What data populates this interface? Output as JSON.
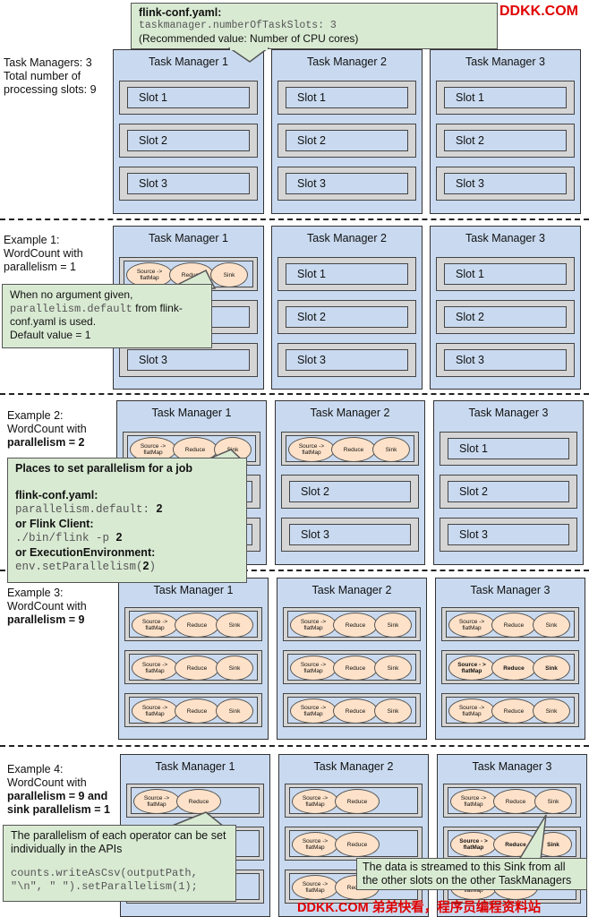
{
  "config_note": {
    "title": "flink-conf.yaml:",
    "code": "taskmanager.numberOfTaskSlots: 3",
    "desc": "(Recommended value: Number of CPU cores)"
  },
  "watermark_top": "DDKK.COM",
  "watermark_bottom": "DDKK.COM 弟弟快看，程序员编程资料站",
  "row1_label": {
    "l1": "Task Managers: 3",
    "l2": "Total number of",
    "l3": "processing slots: 9"
  },
  "row2_label": {
    "l1": "Example 1:",
    "l2": "WordCount with",
    "l3": "parallelism = 1"
  },
  "row3_label": {
    "l1": "Example 2:",
    "l2": "WordCount with",
    "l3": "parallelism = 2"
  },
  "row4_label": {
    "l1": "Example 3:",
    "l2": "WordCount with",
    "l3": "parallelism = 9"
  },
  "row5_label": {
    "l1": "Example 4:",
    "l2": "WordCount with",
    "l3": "parallelism = 9 and",
    "l4": "sink parallelism = 1"
  },
  "tm": [
    "Task Manager 1",
    "Task Manager 2",
    "Task Manager 3"
  ],
  "slots": [
    "Slot 1",
    "Slot 2",
    "Slot 3"
  ],
  "ops": {
    "source": "Source -> flatMap",
    "source_alt": "Source - > flatMap",
    "reduce": "Reduce",
    "sink": "Sink"
  },
  "note_default": {
    "l1": "When no argument given,",
    "code": "parallelism.default",
    "l2": " from flink-",
    "l3": "conf.yaml is used.",
    "l4": "Default value = 1"
  },
  "note_places": {
    "title": "Places to set parallelism for a job",
    "h1": "flink-conf.yaml:",
    "c1": "parallelism.default: ",
    "v1": "2",
    "h2": "or Flink Client:",
    "c2": "./bin/flink -p ",
    "v2": "2",
    "h3": "or ExecutionEnvironment:",
    "c3": "env.setParallelism(",
    "v3": "2",
    "c3b": ")"
  },
  "note_operator": {
    "l1": "The parallelism of each operator can be set",
    "l2": "individually in the APIs",
    "code1": "counts.writeAsCsv(outputPath,",
    "code2": "\"\\n\", \" \").setParallelism(1);"
  },
  "note_sink": {
    "l1": "The data is streamed to this Sink from all",
    "l2": "the other slots on the other TaskManagers"
  }
}
